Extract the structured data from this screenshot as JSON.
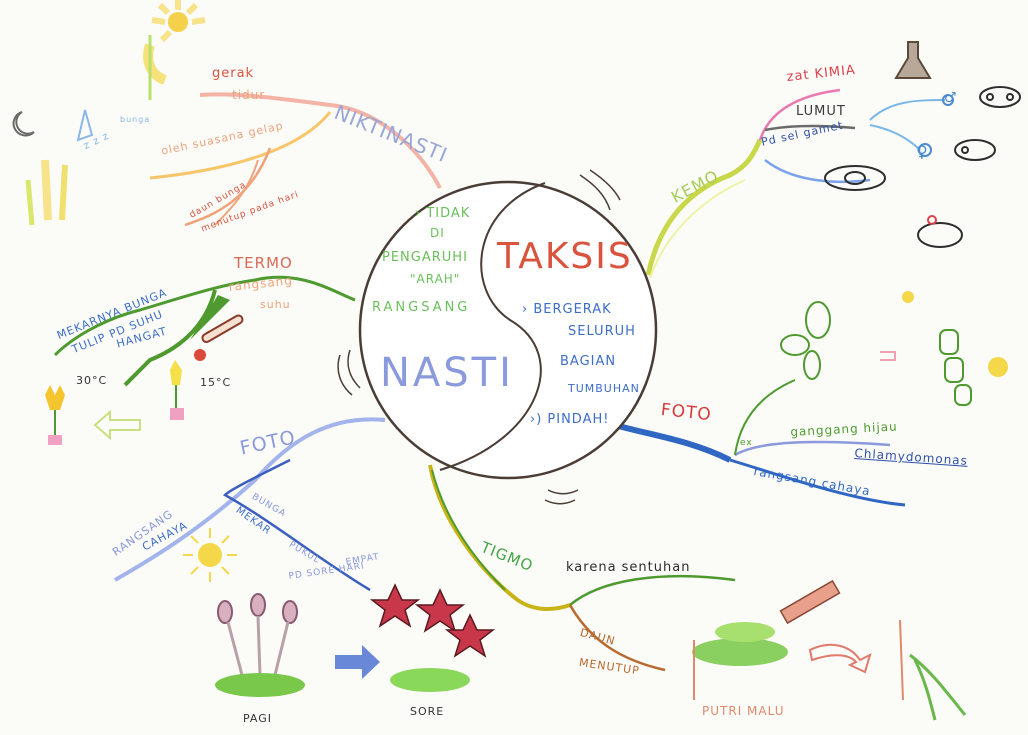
{
  "colors": {
    "paper": "#fbfbf8",
    "circle_outline": "#4a3d36",
    "nasti_title": "#8a9adc",
    "taksis_title": "#d9533d",
    "green_text": "#6abf5a",
    "blue_text": "#3d6ec8",
    "kemo_branch": "#c8d84a",
    "kemo_text": "#a6cf5a",
    "termo_branch": "#4e9a2f",
    "termo_text": "#d96a55",
    "niktinasti_text": "#9aa7d6",
    "foto_right_branch": "#2f67c2",
    "foto_right_text": "#d93a3a",
    "foto_left_text": "#8a98dc",
    "tigmo_branch": "#c9b418",
    "tigmo_text": "#46a547",
    "kimia_text": "#d9434b",
    "lumut_text": "#3b3b3b",
    "gamet_text": "#2f4fa8"
  },
  "center": {
    "nasti": {
      "title": "NASTI",
      "lines": [
        "› TIDAK",
        "DI",
        "PENGARUHI",
        "\"ARAH\"",
        "RANGSANG"
      ]
    },
    "taksis": {
      "title": "TAKSIS",
      "lines": [
        "› BERGERAK",
        "SELURUH",
        "BAGIAN",
        "TUMBUHAN",
        "›) PINDAH!"
      ]
    }
  },
  "branches": {
    "niktinasti": {
      "label": "NIKTINASTI",
      "sub": [
        "gerak",
        "tidur",
        "oleh suasana gelap",
        "daun bunga",
        "menutup pada hari",
        "bunga",
        "z z z"
      ]
    },
    "termo": {
      "label": "TERMO",
      "sub": [
        "rangsang",
        "suhu",
        "MEKARNYA BUNGA",
        "TULIP PD SUHU",
        "HANGAT",
        "30°C",
        "15°C"
      ]
    },
    "foto_left": {
      "label": "FOTO",
      "sub": [
        "RANGSANG",
        "CAHAYA",
        "BUNGA",
        "MEKAR",
        "PUKUL",
        "EMPAT",
        "PD SORE HARI",
        "PAGI",
        "SORE"
      ]
    },
    "kemo": {
      "label": "KEMO",
      "sub": [
        "zat KIMIA",
        "LUMUT",
        "Pd sel gamet",
        "♂",
        "♀"
      ]
    },
    "foto_right": {
      "label": "FOTO",
      "sub": [
        "ex",
        "ganggang hijau",
        "Chlamydomonas",
        "rangsang cahaya"
      ]
    },
    "tigmo": {
      "label": "TIGMO",
      "sub": [
        "karena sentuhan",
        "DAUN",
        "MENUTUP",
        "PUTRI MALU"
      ]
    }
  },
  "icons": [
    "moon-icon",
    "sun-flower-drawing",
    "flask-icon",
    "moss-drawings",
    "thermometer-icon",
    "tulip-drawing",
    "arrow-left-icon",
    "sun-icon",
    "flower-bud-drawing",
    "star-lily-drawing",
    "arrow-right-icon",
    "chlamydomonas-drawing",
    "mimosa-leaf-drawing",
    "pencil-icon",
    "curved-arrow-icon",
    "closed-mimosa-drawing"
  ]
}
